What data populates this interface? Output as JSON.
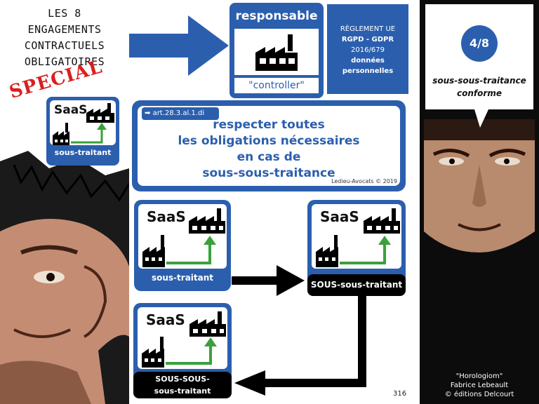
{
  "left_panel": {
    "caption_lines": [
      "LES 8",
      "ENGAGEMENTS",
      "CONTRACTUELS",
      "OBLIGATOIRES"
    ],
    "special": "SPECIAL",
    "saas_box": {
      "saas": "SaaS",
      "label": "sous-traitant"
    }
  },
  "header": {
    "responsable_title": "responsable",
    "controller_label": "\"controller\"",
    "regulation_lines": [
      "RÈGLEMENT UE",
      "RGPD - GDPR",
      "2016/679",
      "données",
      "personnelles"
    ]
  },
  "main_box": {
    "article_ref": "art.28.3.al.1.di",
    "text_lines": [
      "respecter toutes",
      "les obligations nécessaires",
      "en cas de",
      "sous-sous-traitance"
    ],
    "copyright": "Ledieu-Avocats © 2019"
  },
  "flow": {
    "box1": {
      "saas": "SaaS",
      "label": "sous-traitant"
    },
    "box2": {
      "saas": "SaaS",
      "label": "SOUS-sous-traitant"
    },
    "box3": {
      "saas": "SaaS",
      "label_lines": [
        "SOUS-SOUS-",
        "sous-traitant"
      ]
    }
  },
  "right_panel": {
    "counter": "4/8",
    "bubble_lines": [
      "sous-sous-traitance",
      "conforme"
    ],
    "credit_lines": [
      "\"Horologiom\"",
      "Fabrice Lebeault",
      "© éditions Delcourt"
    ]
  },
  "page_number": "316",
  "colors": {
    "blue": "#2b5fae",
    "green": "#3aa13a",
    "special_red": "#d9201f"
  },
  "icons": [
    "factory-icon",
    "arrow-up-icon",
    "arrow-right-icon",
    "arrow-left-icon",
    "tag-icon"
  ]
}
